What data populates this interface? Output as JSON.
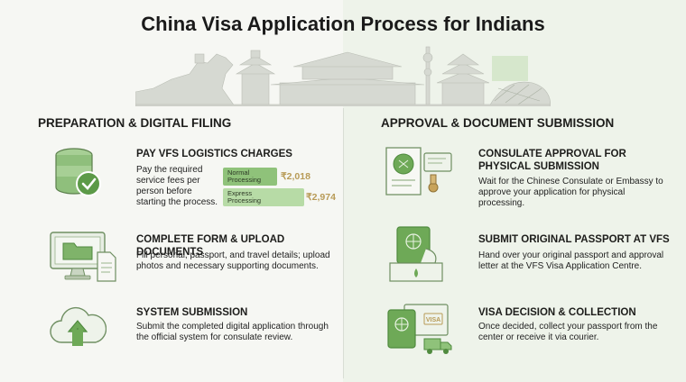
{
  "title": "China Visa Application Process for Indians",
  "colors": {
    "accent": "#7fb36a",
    "dark_green": "#4f8a3e",
    "gold": "#b89b57"
  },
  "left_section": {
    "title": "PREPARATION & DIGITAL FILING",
    "steps": [
      {
        "icon": "database-check-icon",
        "title": "PAY VFS LOGISTICS CHARGES",
        "description": "Pay the required service fees per person before starting the process."
      },
      {
        "icon": "computer-folder-icon",
        "title": "COMPLETE FORM & UPLOAD DOCUMENTS",
        "description": "Fill personal, passport, and travel details; upload photos and necessary supporting documents."
      },
      {
        "icon": "cloud-upload-icon",
        "title": "SYSTEM SUBMISSION",
        "description": "Submit the completed digital application through the official system for consulate review."
      }
    ],
    "fees": [
      {
        "label": "Normal Processing",
        "amount": "₹2,018"
      },
      {
        "label": "Express Processing",
        "amount": "₹2,974"
      }
    ]
  },
  "right_section": {
    "title": "APPROVAL & DOCUMENT SUBMISSION",
    "steps": [
      {
        "icon": "document-stamp-icon",
        "title": "CONSULATE APPROVAL FOR PHYSICAL SUBMISSION",
        "description": "Wait for the Chinese Consulate or Embassy to approve your application for physical processing."
      },
      {
        "icon": "passport-submit-icon",
        "title": "SUBMIT ORIGINAL PASSPORT AT VFS",
        "description": "Hand over your original passport and approval letter at the VFS Visa Application Centre."
      },
      {
        "icon": "visa-delivery-icon",
        "title": "VISA DECISION & COLLECTION",
        "description": "Once decided, collect your passport from the center or receive it via courier."
      }
    ],
    "visa_stamp_text": "VISA"
  }
}
